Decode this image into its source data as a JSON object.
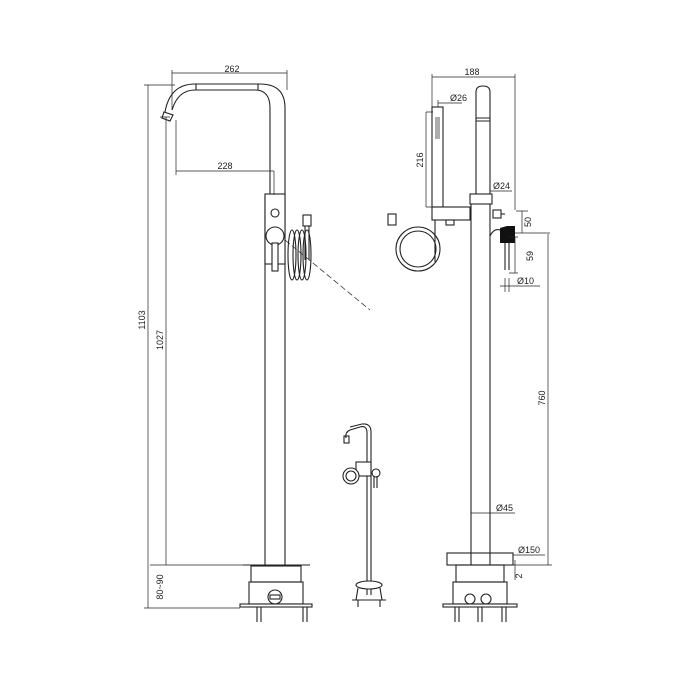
{
  "dimensions": {
    "side_view": {
      "spout_width": "262",
      "spout_reach": "228",
      "total_height": "1103",
      "spout_height": "1027",
      "floor_depth": "80~90"
    },
    "front_view": {
      "width": "188",
      "hand_shower_diameter": "Ø26",
      "hand_shower_length": "216",
      "spout_diameter": "Ø24",
      "valve_offset": "50",
      "lever_length": "59",
      "lever_diameter": "Ø10",
      "body_height": "760",
      "column_diameter": "Ø45",
      "base_diameter": "Ø150",
      "base_thickness": "2"
    }
  }
}
